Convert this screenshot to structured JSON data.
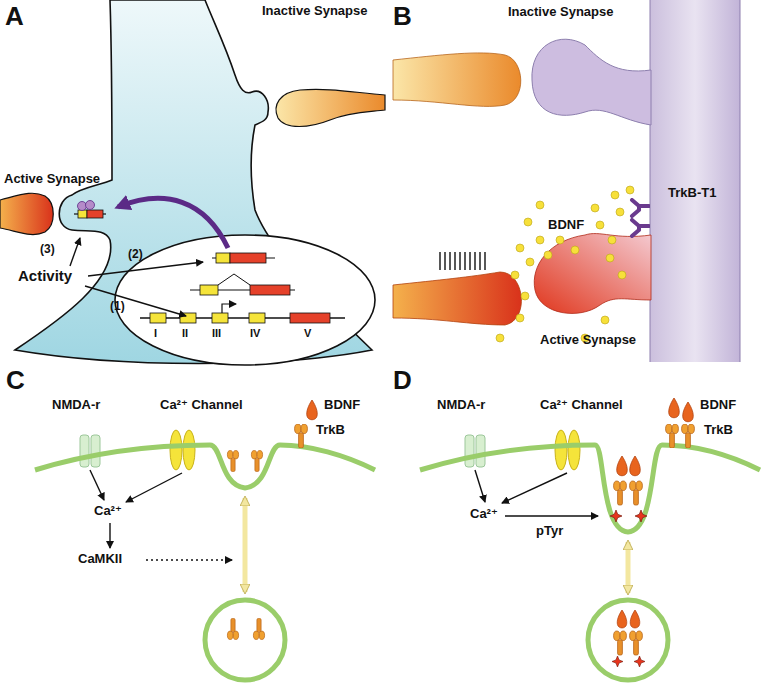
{
  "diagram": {
    "labels": [
      "A",
      "Inactive Synapse",
      "Active Synapse",
      "(3)",
      "(2)",
      "(1)",
      "Activity",
      "I",
      "II",
      "III",
      "IV",
      "V",
      "B",
      "Inactive Synapse",
      "BDNF",
      "TrkB-T1",
      "Active Synapse",
      "C",
      "NMDA-r",
      "Ca²⁺ Channel",
      "BDNF",
      "TrkB",
      "Ca²⁺",
      "CaMKII",
      "D",
      "NMDA-r",
      "Ca²⁺ Channel",
      "BDNF",
      "TrkB",
      "Ca²⁺",
      "pTyr"
    ]
  }
}
